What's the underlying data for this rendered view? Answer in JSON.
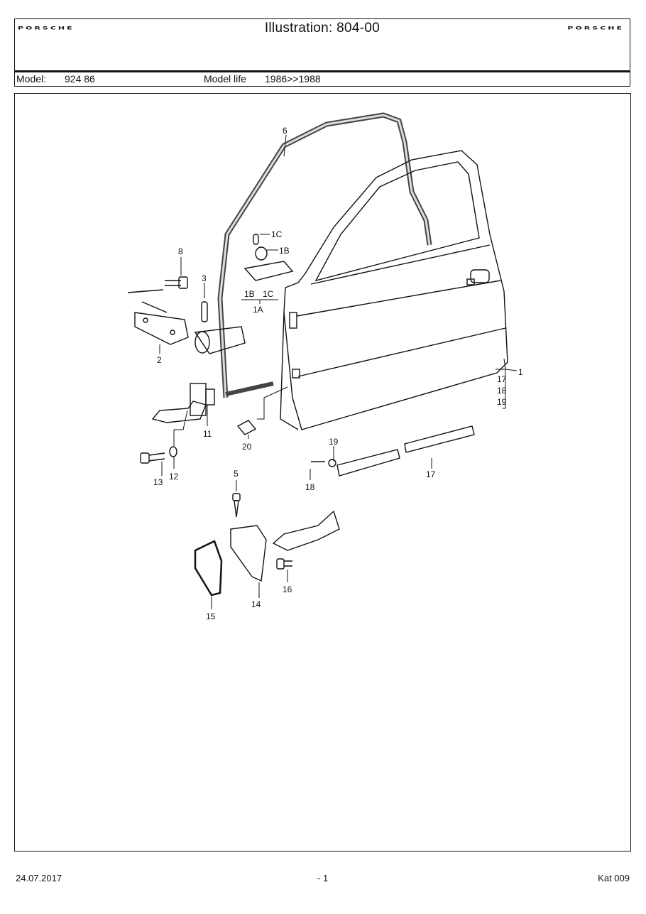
{
  "header": {
    "title": "Illustration: 804-00",
    "brand_left": "PORSCHE",
    "brand_right": "PORSCHE",
    "model_label": "Model:",
    "model_value": "924 86",
    "model_life_label": "Model life",
    "model_life_value": "1986>>1988"
  },
  "illustration": {
    "callouts": {
      "c1": "1",
      "c1A": "1A",
      "c1B_top": "1B",
      "c1C_top": "1C",
      "c1B": "1B",
      "c1C": "1C",
      "c2": "2",
      "c3": "3",
      "c5": "5",
      "c6": "6",
      "c8": "8",
      "c11": "11",
      "c12": "12",
      "c13": "13",
      "c14": "14",
      "c15": "15",
      "c16": "16",
      "c17": "17",
      "c17b": "17",
      "c18": "18",
      "c18b": "18",
      "c19": "19",
      "c19b": "19",
      "c20": "20"
    }
  },
  "footer": {
    "date": "24.07.2017",
    "page": "- 1",
    "catalog": "Kat 009"
  }
}
